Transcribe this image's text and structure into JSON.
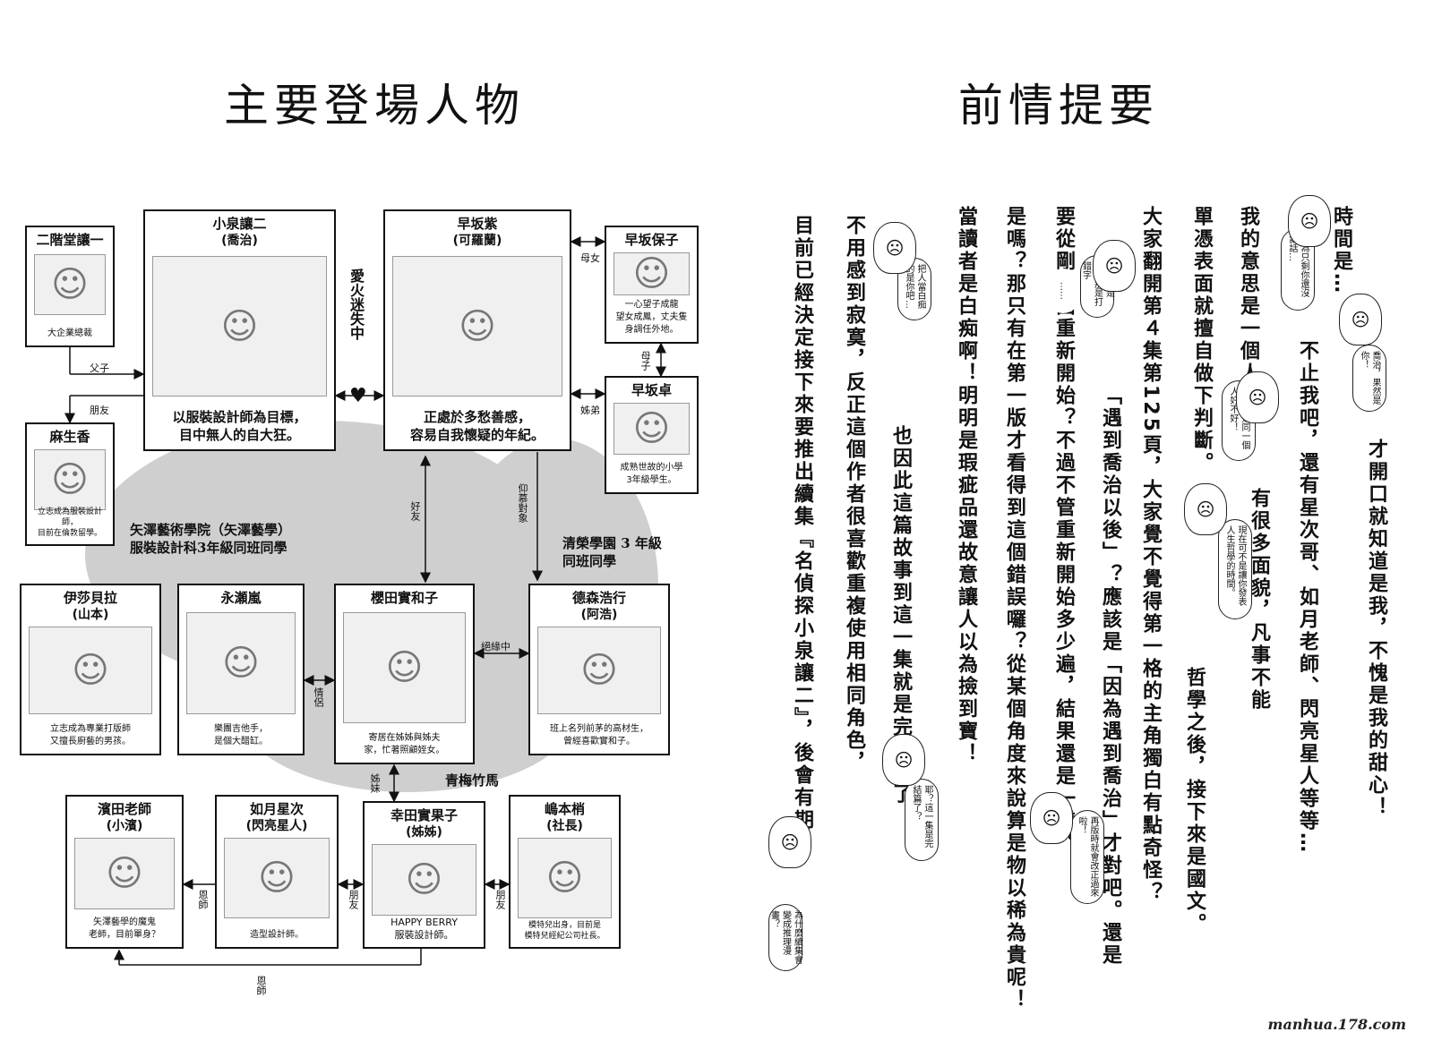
{
  "left_title": "主要登場人物",
  "right_title": "前情提要",
  "watermark": "manhua.178.com",
  "characters": {
    "nikaido": {
      "name": "二階堂讓一",
      "desc": "大企業總裁"
    },
    "koizumi": {
      "name": "小泉讓二",
      "nick": "(喬治)",
      "desc": "以服裝設計師為目標，\n目中無人的自大狂。"
    },
    "hayasaka_yukari": {
      "name": "早坂紫",
      "nick": "(可羅蘭)",
      "desc": "正處於多愁善感，\n容易自我懷疑的年紀。"
    },
    "hayasaka_yasuko": {
      "name": "早坂保子",
      "desc": "一心望子成龍\n望女成鳳，丈夫隻\n身調任外地。"
    },
    "hayasaka_suguru": {
      "name": "早坂卓",
      "desc": "成熟世故的小學\n3年級學生。"
    },
    "aso": {
      "name": "麻生香",
      "desc": "立志成為服裝設計師，\n目前在倫敦留學。"
    },
    "isabella": {
      "name": "伊莎貝拉",
      "nick": "(山本)",
      "desc": "立志成為專業打版師\n又擅長廚藝的男孩。"
    },
    "nagase": {
      "name": "永瀬嵐",
      "desc": "樂團吉他手，\n是個大醋缸。"
    },
    "mikako": {
      "name": "櫻田實和子",
      "desc": "寄居在姊姊與姊夫\n家，忙著照顧姪女。"
    },
    "tokumori": {
      "name": "德森浩行",
      "nick": "(阿浩)",
      "desc": "班上名列前茅的高材生，\n曾經喜歡實和子。"
    },
    "hamada": {
      "name": "濱田老師",
      "nick": "(小濱)",
      "desc": "矢澤藝學的魔鬼\n老師，目前單身？"
    },
    "kisaragi": {
      "name": "如月星次",
      "nick": "(閃亮星人)",
      "desc": "造型設計師。"
    },
    "kouda": {
      "name": "幸田實果子",
      "nick": "(姊姊)",
      "desc": "HAPPY BERRY\n服裝設計師。"
    },
    "shimamoto": {
      "name": "嶋本梢",
      "nick": "(社長)",
      "desc": "模特兒出身，目前是\n模特兒經紀公司社長。"
    }
  },
  "relations": {
    "father_son": "父子",
    "friend": "朋友",
    "love": "愛火迷失中",
    "mother_daughter": "母女",
    "mother_son": "母子",
    "siblings": "姊弟",
    "good_friend": "好友",
    "admire": "仰慕對象",
    "broken_up": "絕緣中",
    "lovers": "情侶",
    "sisters": "姊妹",
    "friend2": "朋友",
    "friend3": "朋友",
    "mentor": "恩師",
    "mentor2": "恩師"
  },
  "groups": {
    "yazawa": "矢澤藝術學院（矢澤藝學）\n服裝設計科3年級同班同學",
    "seisou": "清榮學園 3 年級\n同班同學",
    "childhood": "青梅竹馬"
  },
  "summary_columns": [
    "時間是…",
    "才開口就知道是我，不愧是我的甜心！",
    "不止我吧，還有星次哥、如月老師、閃亮星人等等…",
    "我的意思是一個人",
    "有很多面貌，凡事不能",
    "單憑表面就擅自做下判斷。",
    "哲學之後，接下來是國文。",
    "大家翻開第４集第125頁，大家覺不覺得第一格的主角獨白有點奇怪？",
    "要從剛見面重新開始？不過不管重新開始多少遍，結果還是一樣。",
    "「遇到喬治以後」？應該是「因為遇到喬治」才對吧。還是",
    "是嗎？那只有在第一版才看得到這個錯誤囉？從某個角度來說算是物以稀為貴呢！",
    "當讀者是白痴啊！明明是瑕疵品還故意讓人以為撿到寶！",
    "也因此這篇故事到這一集就是完結篇了。",
    "不用感到寂寞，反正這個作者很喜歡重複使用相同角色，",
    "目前已經決定接下來要推出續集『名偵探小泉讓二』，後會有期！"
  ],
  "bubbles": [
    "喬治，果然是你！",
    "因為只剩你還沒講話…",
    "全部都是同一個人好不好！",
    "現在可不是讓你發表人生哲學的時間。",
    "啊！不是啦，那是打錯字",
    "……",
    "把人當白痴的是你吧…",
    "再版時就會改正過來啦！",
    "耶？這一集是完結篇了？",
    "為什麼續集會變成推理漫畫？"
  ]
}
